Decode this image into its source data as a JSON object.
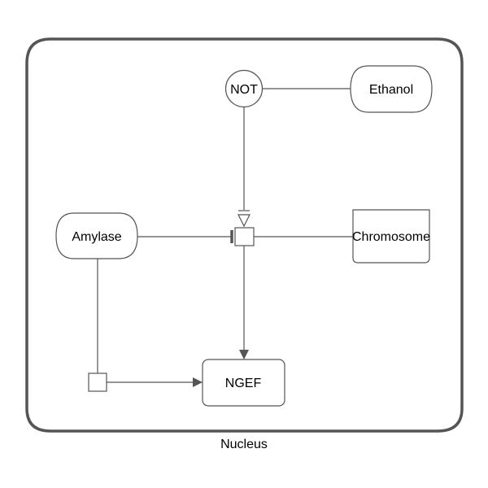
{
  "diagram": {
    "compartment": {
      "label": "Nucleus"
    },
    "operator": {
      "label": "NOT"
    },
    "nodes": {
      "ethanol": {
        "label": "Ethanol"
      },
      "amylase": {
        "label": "Amylase"
      },
      "chromosome": {
        "label": "Chromosome"
      },
      "ngef": {
        "label": "NGEF"
      }
    }
  }
}
